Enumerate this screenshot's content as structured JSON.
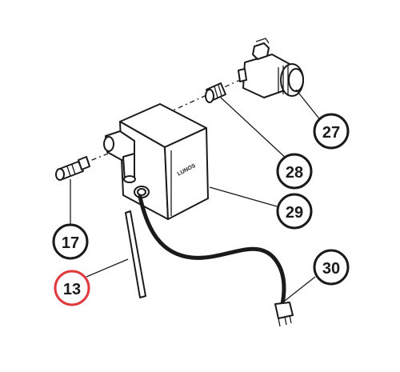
{
  "diagram": {
    "housing_brand": "LUNOS",
    "callouts": [
      {
        "id": "27",
        "label": "27",
        "highlighted": false
      },
      {
        "id": "28",
        "label": "28",
        "highlighted": false
      },
      {
        "id": "29",
        "label": "29",
        "highlighted": false
      },
      {
        "id": "17",
        "label": "17",
        "highlighted": false
      },
      {
        "id": "30",
        "label": "30",
        "highlighted": false
      },
      {
        "id": "13",
        "label": "13",
        "highlighted": true
      }
    ],
    "colors": {
      "line": "#1a1a1a",
      "highlight": "#e0383b",
      "background": "#ffffff"
    }
  }
}
